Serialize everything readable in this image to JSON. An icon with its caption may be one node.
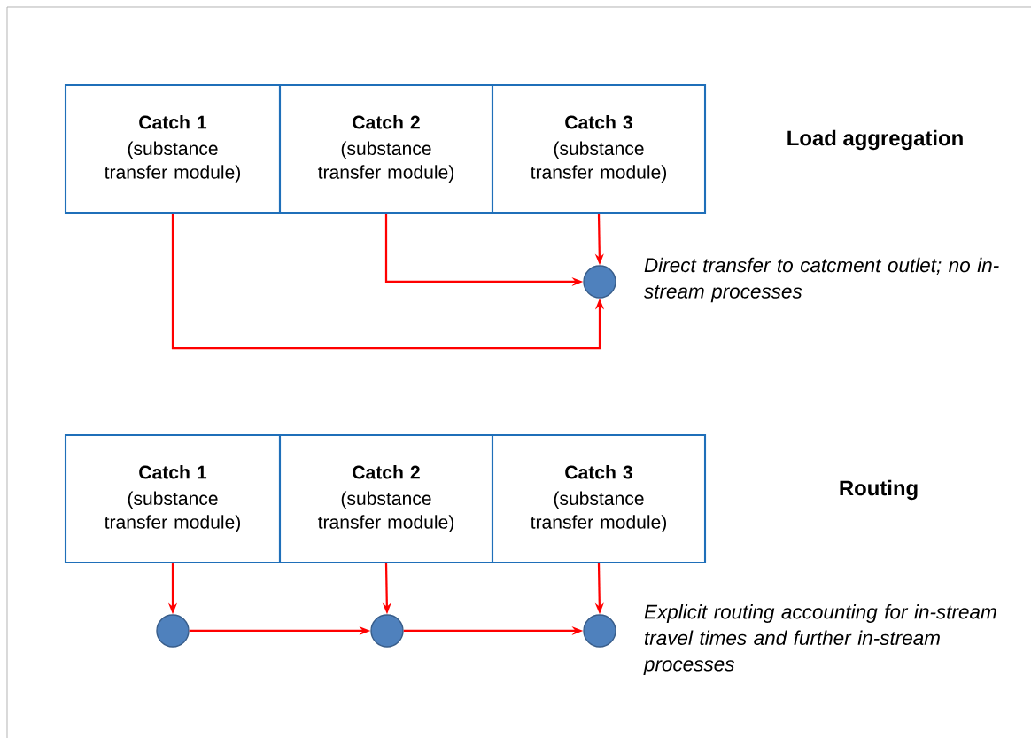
{
  "diagram": {
    "nodes": [
      {
        "text": [
          "Catch 1",
          "(substance transfer module)"
        ]
      },
      {
        "text": [
          "Catch 2",
          "(substance transfer module)"
        ]
      },
      {
        "text": [
          "Catch 3",
          "(substance transfer module)"
        ]
      },
      {
        "text": [],
        "shape": "circle",
        "beside": [
          "Direct transfer to catcment outlet; no in-stream processes"
        ]
      },
      {
        "text": [
          "Catch 1",
          "(substance transfer module)"
        ]
      },
      {
        "text": [
          "Catch 2",
          "(substance transfer module)"
        ]
      },
      {
        "text": [
          "Catch 3",
          "(substance transfer module)"
        ]
      },
      {
        "text": [],
        "shape": "circle"
      },
      {
        "text": [],
        "shape": "circle"
      },
      {
        "text": [],
        "shape": "circle",
        "beside": [
          "Explicit routing accounting for in-stream travel times and further in-stream processes"
        ]
      }
    ],
    "edges": [
      {
        "from": 0,
        "to": 3,
        "arrow": "to"
      },
      {
        "from": 1,
        "to": 3,
        "arrow": "to"
      },
      {
        "from": 2,
        "to": 3,
        "arrow": "to"
      },
      {
        "from": 4,
        "to": 7,
        "arrow": "to"
      },
      {
        "from": 5,
        "to": 8,
        "arrow": "to"
      },
      {
        "from": 6,
        "to": 9,
        "arrow": "to"
      },
      {
        "from": 7,
        "to": 8,
        "arrow": "to"
      },
      {
        "from": 8,
        "to": 9,
        "arrow": "to"
      }
    ],
    "labels": [
      "Load aggregation",
      "Routing"
    ]
  }
}
